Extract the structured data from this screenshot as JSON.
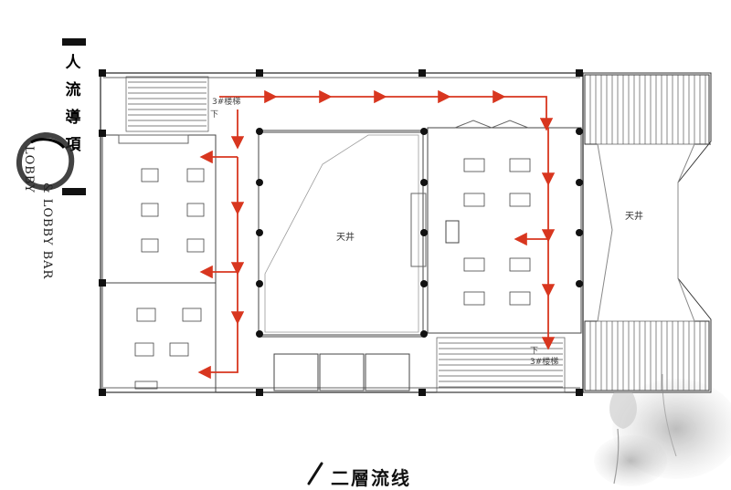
{
  "side_title": {
    "chars": [
      "人",
      "流",
      "導",
      "項"
    ],
    "english_1": "LOBBY",
    "english_2": "& LOBBY BAR"
  },
  "labels": {
    "atrium_left": "天井",
    "atrium_right": "天井",
    "stair_top": "3#楼梯",
    "stair_top_down": "下",
    "stair_bottom": "3#楼梯",
    "stair_bottom_down": "下"
  },
  "footer": {
    "title": "二層流线"
  },
  "colors": {
    "flow_arrow": "#d8361f",
    "wall": "#333333",
    "column": "#111111"
  }
}
